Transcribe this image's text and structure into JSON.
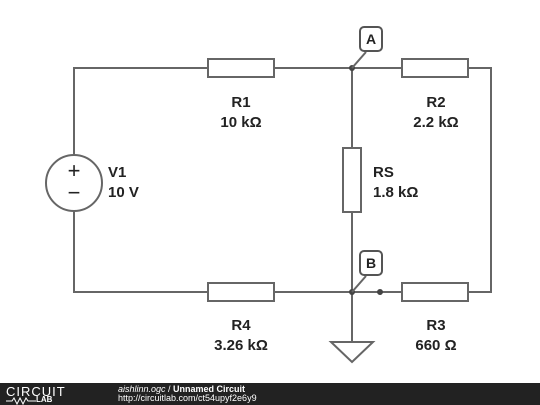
{
  "diagram": {
    "nodes": [
      {
        "id": "A",
        "label": "A"
      },
      {
        "id": "B",
        "label": "B"
      }
    ],
    "components": [
      {
        "id": "V1",
        "name": "V1",
        "value": "10 V",
        "type": "voltage-source"
      },
      {
        "id": "R1",
        "name": "R1",
        "value": "10 kΩ",
        "type": "resistor"
      },
      {
        "id": "R2",
        "name": "R2",
        "value": "2.2 kΩ",
        "type": "resistor"
      },
      {
        "id": "RS",
        "name": "RS",
        "value": "1.8 kΩ",
        "type": "resistor"
      },
      {
        "id": "R3",
        "name": "R3",
        "value": "660 Ω",
        "type": "resistor"
      },
      {
        "id": "R4",
        "name": "R4",
        "value": "3.26 kΩ",
        "type": "resistor"
      }
    ],
    "source_symbols": {
      "plus": "+",
      "minus": "−"
    }
  },
  "footer": {
    "logo_top": "CIRCUIT",
    "logo_bottom": "LAB",
    "author": "aishlinn.ogc",
    "separator": " / ",
    "title": "Unnamed Circuit",
    "url": "http://circuitlab.com/ct54upyf2e6y9"
  },
  "colors": {
    "wire": "#666666",
    "label": "#222222",
    "footer_bg": "#222222"
  }
}
